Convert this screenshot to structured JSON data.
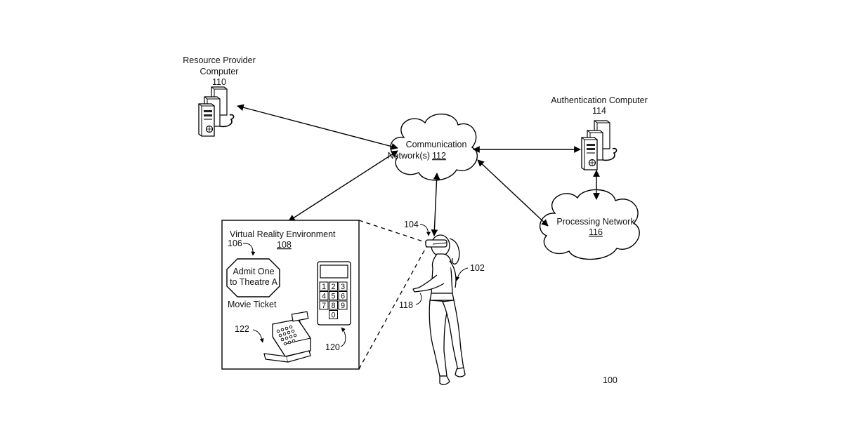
{
  "figure_ref": "100",
  "resource_provider": {
    "line1": "Resource Provider",
    "line2": "Computer",
    "ref": "110"
  },
  "authentication": {
    "line1": "Authentication Computer",
    "ref": "114"
  },
  "comm_network": {
    "line1": "Communication",
    "line2": "Network(s)",
    "ref": "112"
  },
  "processing_network": {
    "line1": "Processing Network",
    "ref": "116"
  },
  "vr_env": {
    "title": "Virtual Reality Environment",
    "ref": "108"
  },
  "ticket": {
    "ref": "106",
    "line1": "Admit One",
    "line2": "to Theatre A",
    "caption": "Movie Ticket"
  },
  "keypad": {
    "ref": "120",
    "keys": [
      "1",
      "2",
      "3",
      "4",
      "5",
      "6",
      "7",
      "8",
      "9",
      "0"
    ]
  },
  "register": {
    "ref": "122"
  },
  "user": {
    "ref": "102",
    "headset_ref": "104",
    "hand_ref": "118"
  }
}
